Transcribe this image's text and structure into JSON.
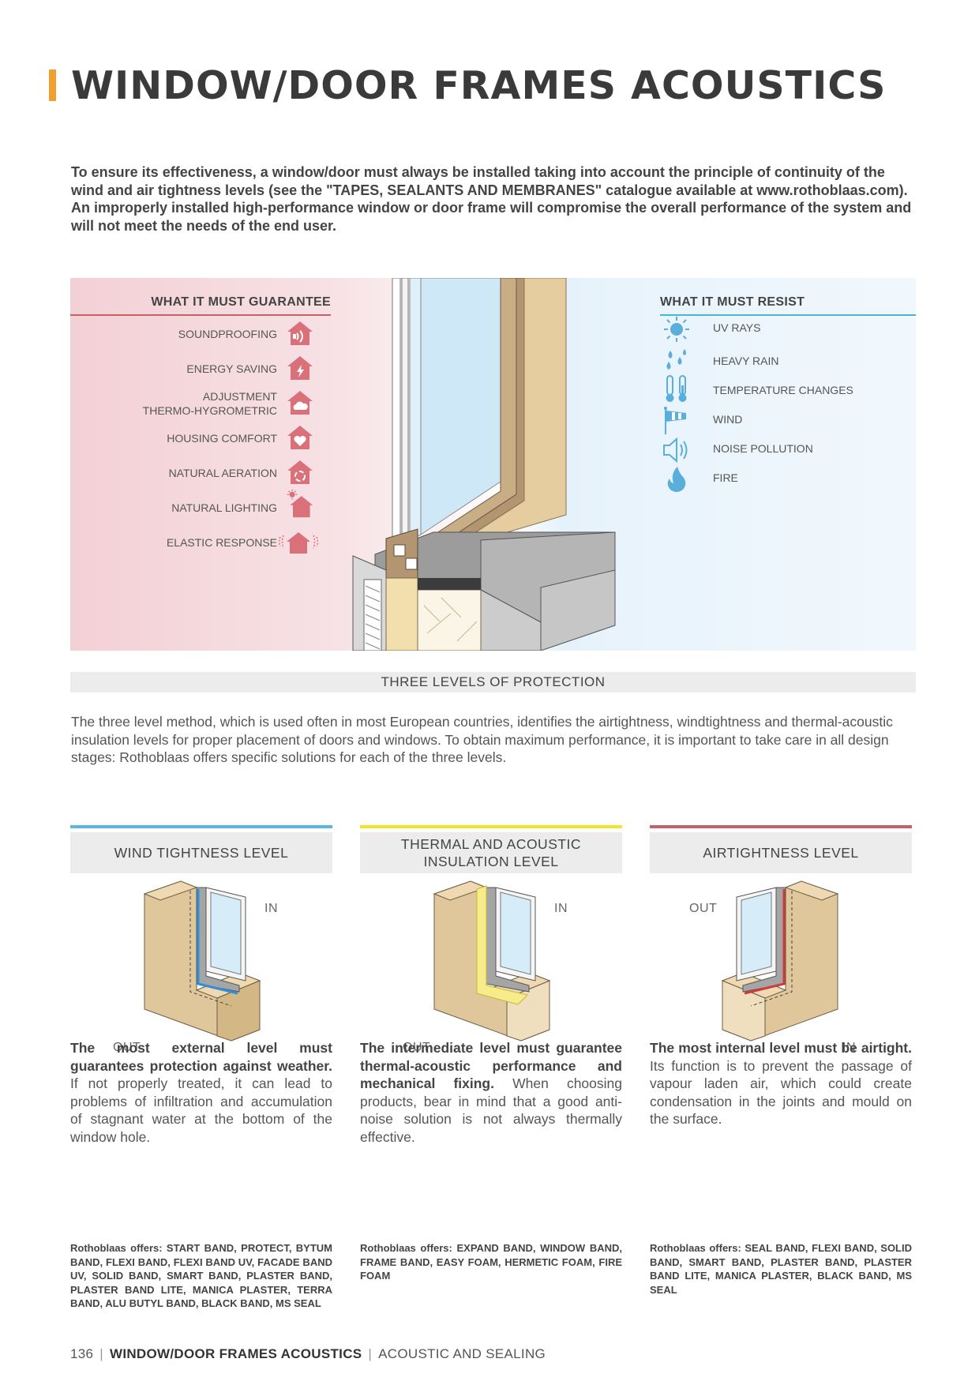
{
  "page": {
    "title": "WINDOW/DOOR FRAMES ACOUSTICS",
    "intro": "To ensure its effectiveness, a window/door must always be installed taking into account the principle of continuity of the wind and air tightness levels (see the \"TAPES, SEALANTS AND MEMBRANES\" catalogue available at www.rothoblaas.com). An improperly installed high-performance window or door frame will compromise the overall performance of the system and will not meet the needs of the end user."
  },
  "guarantee": {
    "heading": "WHAT IT MUST GUARANTEE",
    "items": [
      {
        "label": "SOUNDPROOFING",
        "icon": "house-sound-icon"
      },
      {
        "label": "ENERGY SAVING",
        "icon": "house-energy-icon"
      },
      {
        "label": "ADJUSTMENT\nTHERMO-HYGROMETRIC",
        "icon": "house-cloud-icon"
      },
      {
        "label": "HOUSING COMFORT",
        "icon": "house-heart-icon"
      },
      {
        "label": "NATURAL AERATION",
        "icon": "house-aeration-icon"
      },
      {
        "label": "NATURAL LIGHTING",
        "icon": "house-sun-icon"
      },
      {
        "label": "ELASTIC RESPONSE",
        "icon": "house-elastic-icon"
      }
    ]
  },
  "resist": {
    "heading": "WHAT IT MUST RESIST",
    "items": [
      {
        "label": "UV RAYS",
        "icon": "sun-icon"
      },
      {
        "label": "HEAVY RAIN",
        "icon": "rain-icon"
      },
      {
        "label": "TEMPERATURE CHANGES",
        "icon": "thermometer-icon"
      },
      {
        "label": "WIND",
        "icon": "windsock-icon"
      },
      {
        "label": "NOISE POLLUTION",
        "icon": "speaker-icon"
      },
      {
        "label": "FIRE",
        "icon": "flame-icon"
      }
    ]
  },
  "levels": {
    "heading": "THREE LEVELS OF PROTECTION",
    "text": "The three level method, which is used often in most European countries, identifies the airtightness, windtightness and thermal-acoustic insulation levels for proper placement of doors and windows. To obtain maximum performance, it is important to take care in all design stages: Rothoblaas offers specific solutions for each of the three levels."
  },
  "columns": [
    {
      "heading": "WIND TIGHTNESS LEVEL",
      "color": "#5bb8dc",
      "label_top": "IN",
      "label_bottom": "OUT",
      "lead": "The most external level must guarantees protection against weather.",
      "body": " If not properly treated, it can lead to problems of infiltration and accumulation of stagnant water at the bottom of the window hole.",
      "offers": "Rothoblaas offers: START BAND, PROTECT, BYTUM BAND, FLEXI BAND, FLEXI BAND UV, FACADE BAND UV, SOLID BAND, SMART BAND, PLASTER BAND, PLASTER BAND LITE, MANICA PLASTER, TERRA BAND, ALU BUTYL BAND, BLACK BAND, MS SEAL"
    },
    {
      "heading": "THERMAL AND ACOUSTIC INSULATION LEVEL",
      "color": "#f2e42a",
      "label_top": "IN",
      "label_bottom": "OUT",
      "lead": "The intermediate level must guarantee thermal-acoustic performance and mechanical fixing.",
      "body": " When choosing products, bear in mind that a good anti-noise solution is not always thermally effective.",
      "offers": "Rothoblaas offers: EXPAND BAND, WINDOW BAND, FRAME BAND, EASY FOAM, HERMETIC FOAM, FIRE FOAM"
    },
    {
      "heading": "AIRTIGHTNESS LEVEL",
      "color": "#c4626c",
      "label_top": "OUT",
      "label_bottom": "IN",
      "lead": "The most internal level must be airtight.",
      "body": " Its function is to prevent the passage of vapour laden air, which could create condensation in the joints and mould on the surface.",
      "offers": "Rothoblaas offers: SEAL BAND, FLEXI BAND, SOLID BAND, SMART BAND, PLASTER BAND, PLASTER BAND LITE, MANICA PLASTER, BLACK BAND, MS SEAL"
    }
  ],
  "footer": {
    "page_number": "136",
    "section": "WINDOW/DOOR FRAMES ACOUSTICS",
    "chapter": "ACOUSTIC AND SEALING"
  },
  "colors": {
    "accent_orange": "#f0a030",
    "guarantee_red": "#c5616b",
    "resist_blue": "#4db4d4",
    "icon_red": "#d9707a",
    "icon_blue": "#5aaedc"
  }
}
